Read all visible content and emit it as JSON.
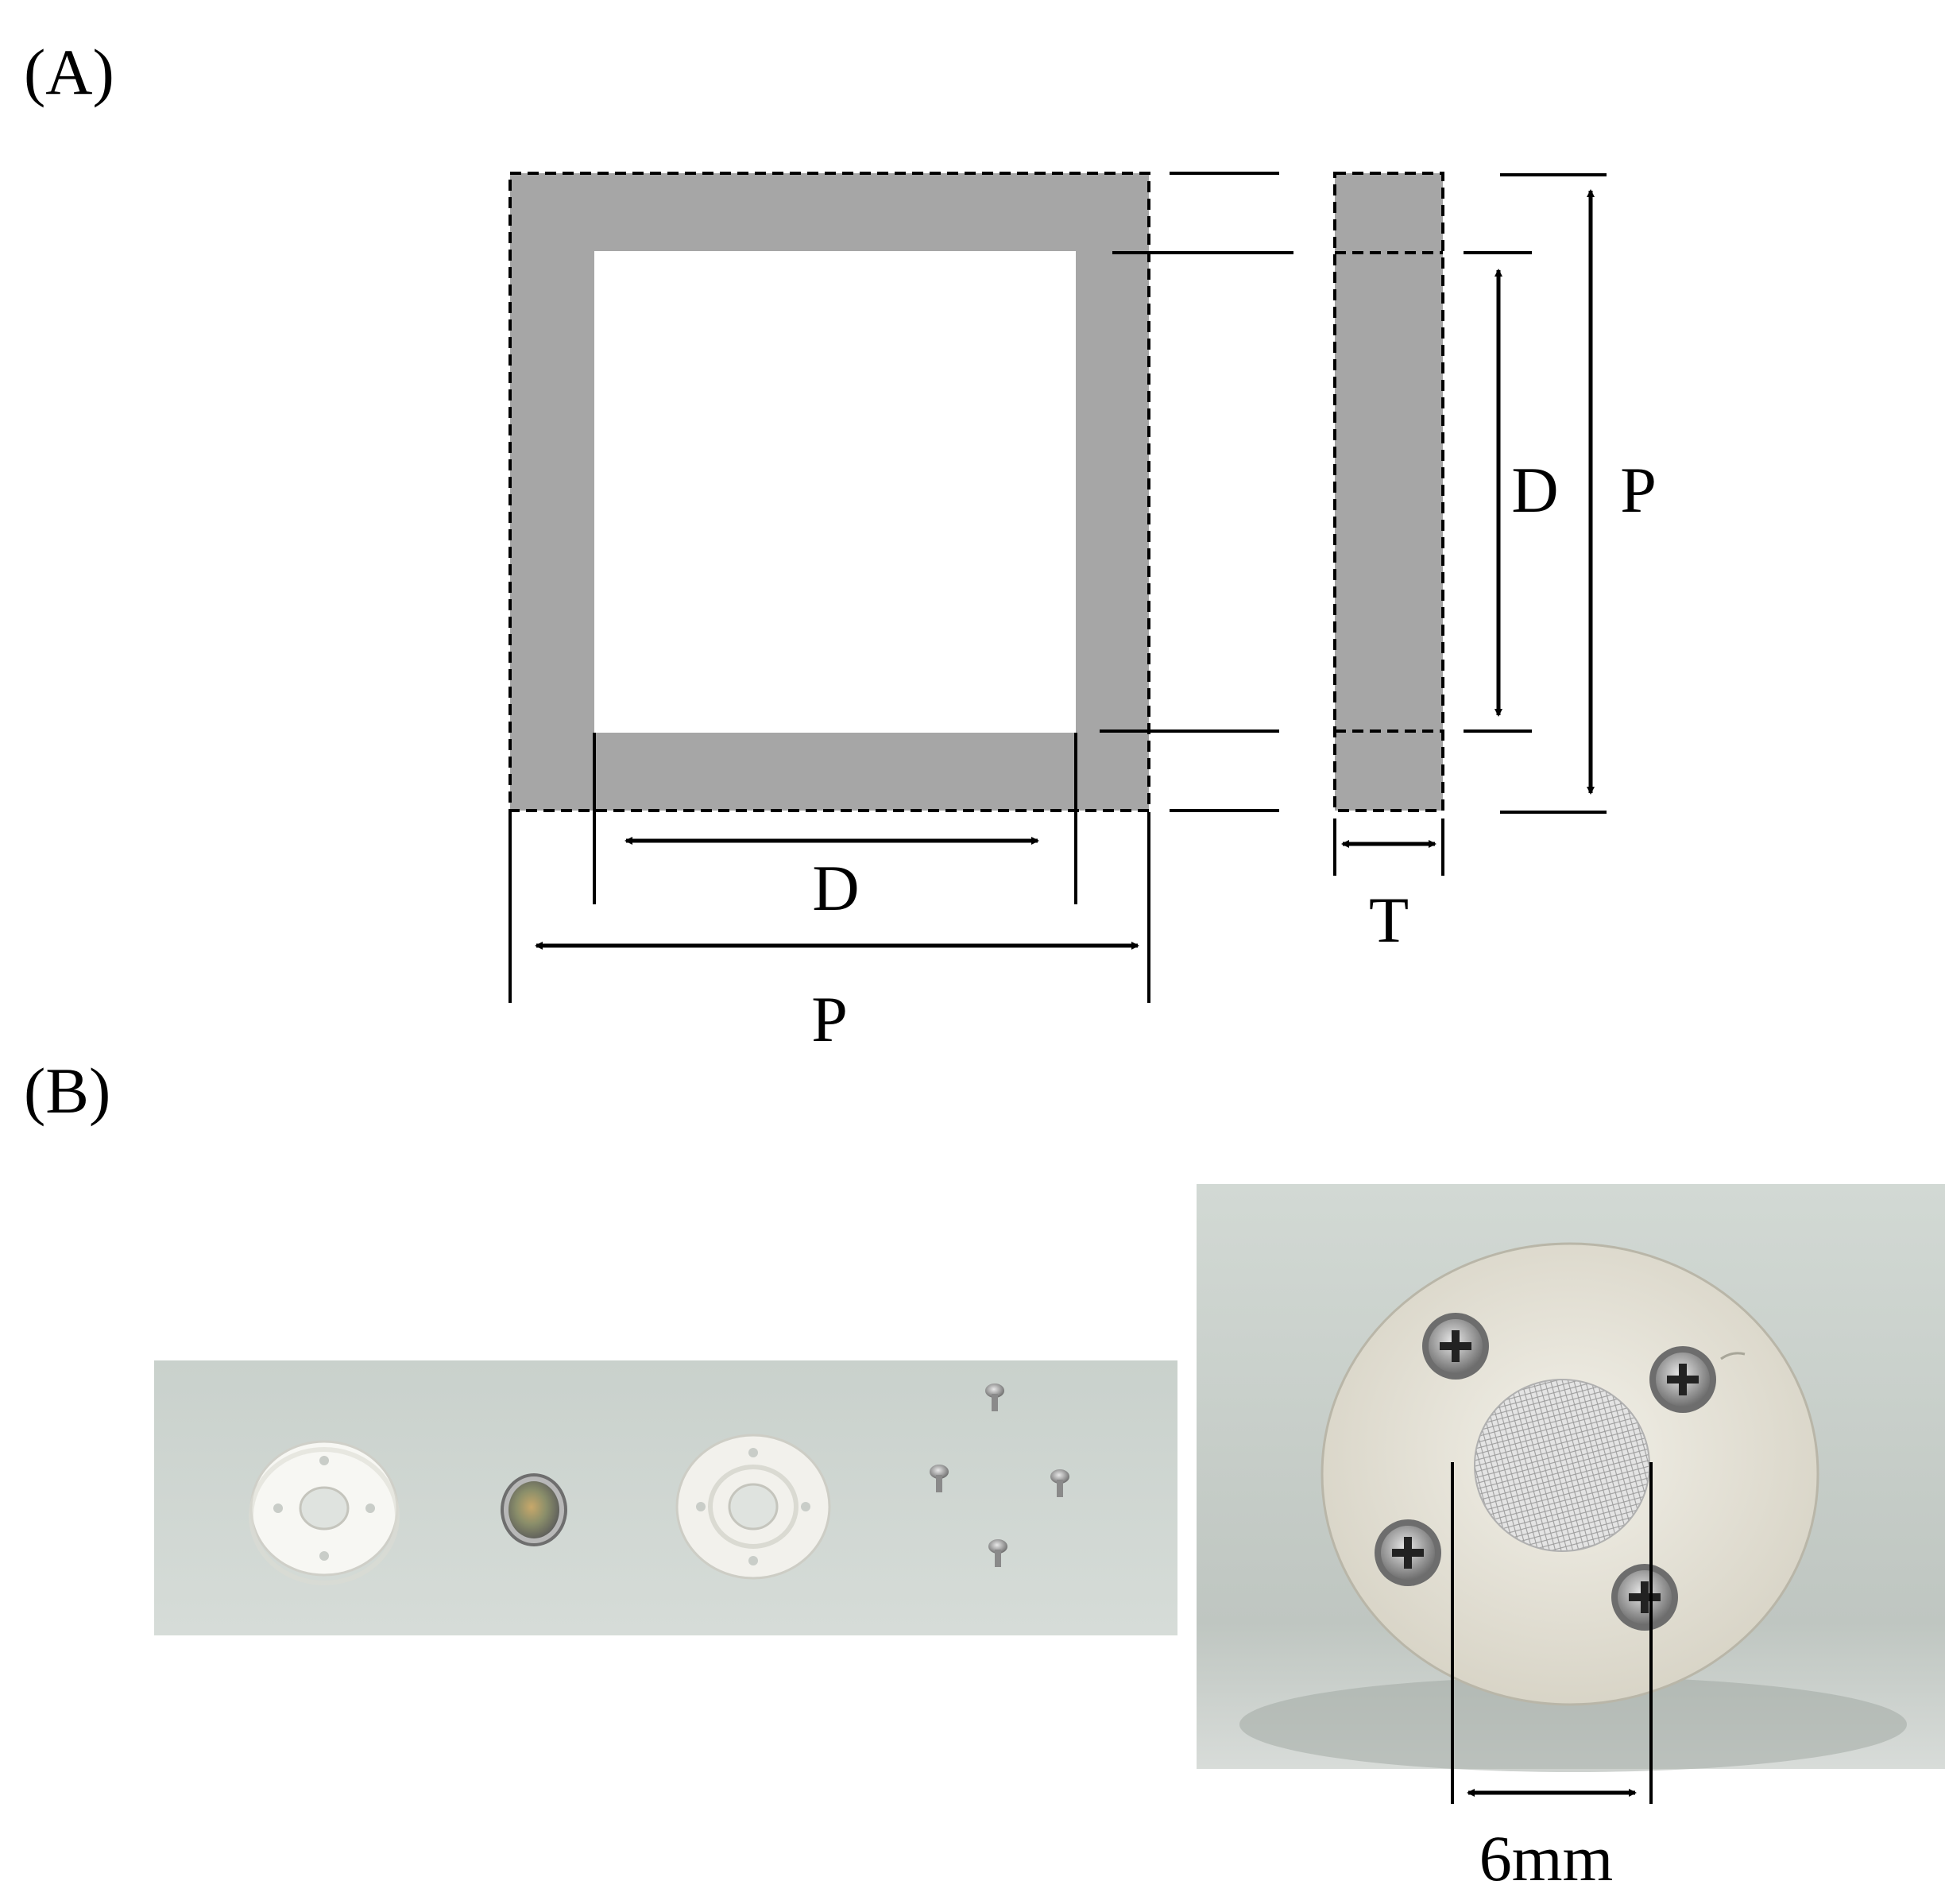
{
  "panel_a": {
    "label": "(A)",
    "front_view": {
      "inner_width_label": "D",
      "outer_width_label": "P"
    },
    "side_view": {
      "inner_height_label": "D",
      "outer_height_label": "P",
      "thickness_label": "T"
    },
    "colors": {
      "frame_fill": "#a6a6a6",
      "dash_stroke": "#000000"
    }
  },
  "panel_b": {
    "label": "(B)",
    "left_photo": {
      "parts": [
        "holder-disk",
        "membrane-sample",
        "holder-disk",
        "screws"
      ],
      "background": "#d0d7d2"
    },
    "right_photo": {
      "scale_label": "6mm",
      "background": "#c9d1cb"
    }
  }
}
